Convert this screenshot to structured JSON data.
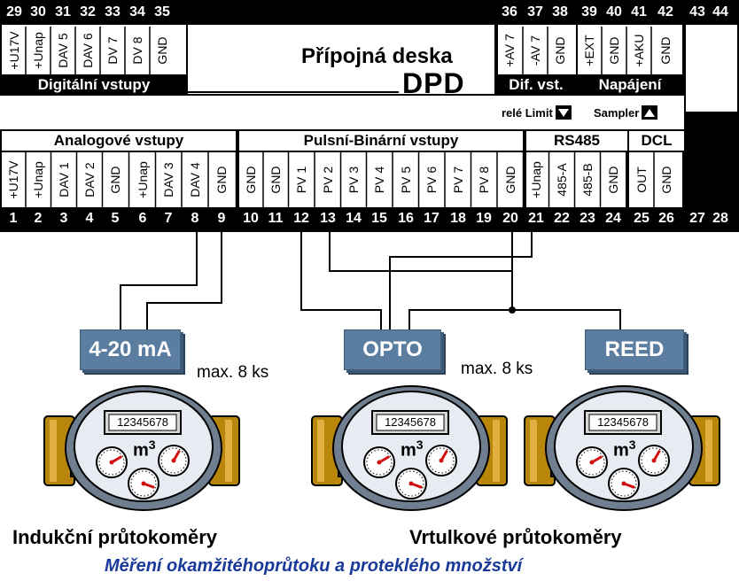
{
  "board": {
    "title": "Přípojná deska",
    "model": "DPD",
    "top_numbers": [
      "29",
      "30",
      "31",
      "32",
      "33",
      "34",
      "35",
      "36",
      "37",
      "38",
      "39",
      "40",
      "41",
      "42",
      "43",
      "44"
    ],
    "top_left_terms": [
      "+U17V",
      "+Unap",
      "DAV 5",
      "DAV 6",
      "DV 7",
      "DV 8",
      "GND"
    ],
    "top_mid_terms": [
      "+AV 7",
      "-AV 7",
      "GND"
    ],
    "top_right_terms": [
      "+EXT",
      "GND",
      "+AKU",
      "GND"
    ],
    "top_left_header": "Digitální vstupy",
    "top_mid_header": "Dif. vst.",
    "top_right_header": "Napájení",
    "indicator_limit": "relé Limit",
    "indicator_sampler": "Sampler",
    "bottom_headers": [
      "Analogové vstupy",
      "Pulsní-Binární vstupy",
      "RS485",
      "DCL"
    ],
    "bottom_terms": [
      "+U17V",
      "+Unap",
      "DAV 1",
      "DAV 2",
      "GND",
      "+Unap",
      "DAV 3",
      "DAV 4",
      "GND",
      "GND",
      "GND",
      "PV 1",
      "PV 2",
      "PV 3",
      "PV 4",
      "PV 5",
      "PV 6",
      "PV 7",
      "PV 8",
      "GND",
      "+Unap",
      "485-A",
      "485-B",
      "GND",
      "OUT",
      "GND"
    ],
    "bottom_numbers": [
      "1",
      "2",
      "3",
      "4",
      "5",
      "6",
      "7",
      "8",
      "9",
      "10",
      "11",
      "12",
      "13",
      "14",
      "15",
      "16",
      "17",
      "18",
      "19",
      "20",
      "21",
      "22",
      "23",
      "24",
      "25",
      "26",
      "27",
      "28"
    ]
  },
  "boxes": {
    "ma": "4-20 mA",
    "opto": "OPTO",
    "reed": "REED"
  },
  "notes": {
    "max_left": "max. 8 ks",
    "max_mid": "max. 8 ks"
  },
  "meters": {
    "display": "12345678",
    "unit": "m",
    "unit_exp": "3"
  },
  "captions": {
    "left": "Indukční průtokoměry",
    "right": "Vrtulkové průtokoměry"
  },
  "footer": "Měření okamžitéhoprůtoku a proteklého množství"
}
